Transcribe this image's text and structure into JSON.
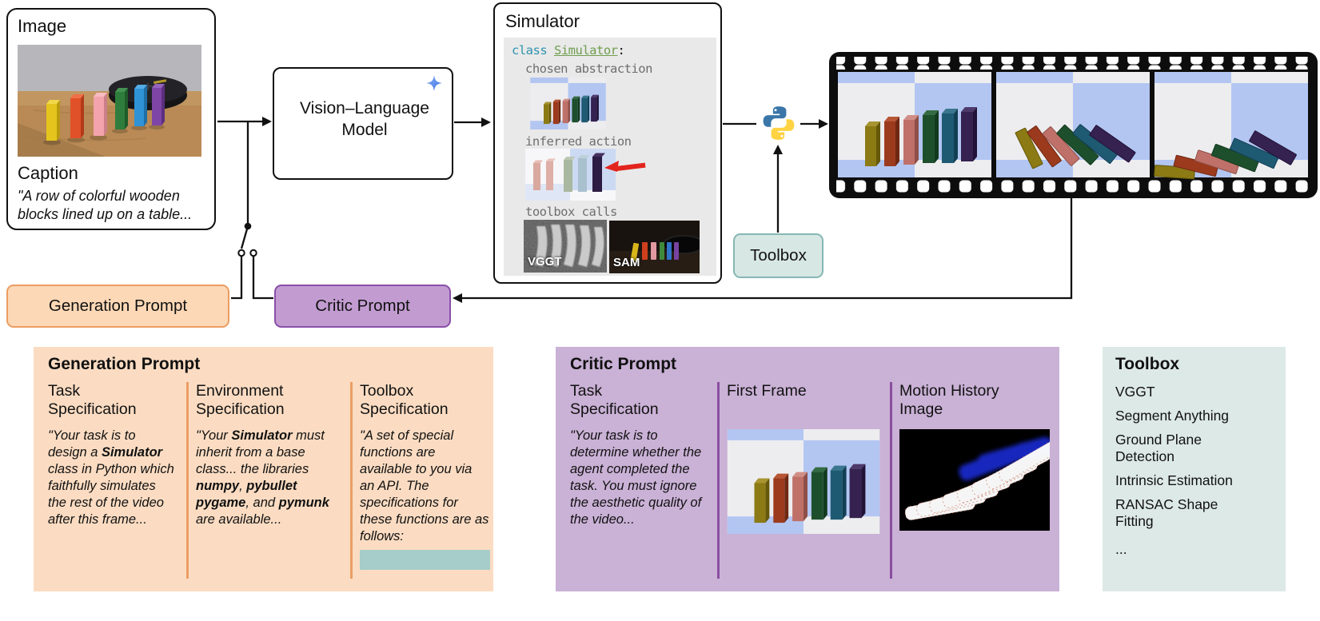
{
  "image_box": {
    "title": "Image",
    "caption_title": "Caption",
    "caption_text": "\"A row of colorful wooden blocks lined up on a table..."
  },
  "vlm_box": {
    "label": "Vision–Language Model"
  },
  "simulator": {
    "title": "Simulator",
    "code_keyword": "class",
    "code_name": "Simulator",
    "code_punct": ":",
    "chosen_abstraction_label": "chosen abstraction",
    "inferred_action_label": "inferred action",
    "toolbox_calls_label": "toolbox calls",
    "vggt_label": "VGGT",
    "sam_label": "SAM"
  },
  "nodes": {
    "toolbox": "Toolbox",
    "generation_prompt": "Generation Prompt",
    "critic_prompt": "Critic Prompt"
  },
  "generation_panel": {
    "title": "Generation Prompt",
    "columns": [
      {
        "heading": "Task Specification",
        "body": [
          {
            "t": "\"Your task is to design a "
          },
          {
            "t": "Simulator",
            "b": true
          },
          {
            "t": " class in Python which faithfully simulates the rest of the video after this frame..."
          }
        ]
      },
      {
        "heading": "Environment Specification",
        "body": [
          {
            "t": "\"Your "
          },
          {
            "t": "Simulator",
            "b": true
          },
          {
            "t": " must inherit from a base class... the libraries "
          },
          {
            "t": "numpy",
            "b": true
          },
          {
            "t": ", "
          },
          {
            "t": "pybullet pygame",
            "b": true
          },
          {
            "t": ", and "
          },
          {
            "t": "pymunk",
            "b": true
          },
          {
            "t": " are available..."
          }
        ]
      },
      {
        "heading": "Toolbox Specification",
        "body": [
          {
            "t": "\"A set of special functions are available to you via an API. The specifications for these functions are as follows:"
          }
        ]
      }
    ]
  },
  "critic_panel": {
    "title": "Critic Prompt",
    "columns": [
      {
        "heading": "Task Specification",
        "body": [
          {
            "t": "\"Your task is to determine whether the agent completed the task. You must ignore the aesthetic quality of the video..."
          }
        ]
      },
      {
        "heading": "First Frame"
      },
      {
        "heading": "Motion History Image"
      }
    ]
  },
  "toolbox_panel": {
    "title": "Toolbox",
    "items": [
      "VGGT",
      "Segment Anything",
      "Ground Plane Detection",
      "Intrinsic Estimation",
      "RANSAC Shape Fitting",
      "..."
    ]
  },
  "colors": {
    "generation_fill": "#fbdcc2",
    "generation_accent": "#eb9d62",
    "critic_fill": "#cab1d6",
    "critic_accent": "#8a4fa8",
    "toolbox_fill": "#dde9e7",
    "toolbox_accent": "#86b7b3",
    "code_keyword": "#2e93ae",
    "code_class": "#6f9e4e",
    "highlight_bar": "#a6cdc9",
    "checker_blue": "#b3c6f2"
  }
}
